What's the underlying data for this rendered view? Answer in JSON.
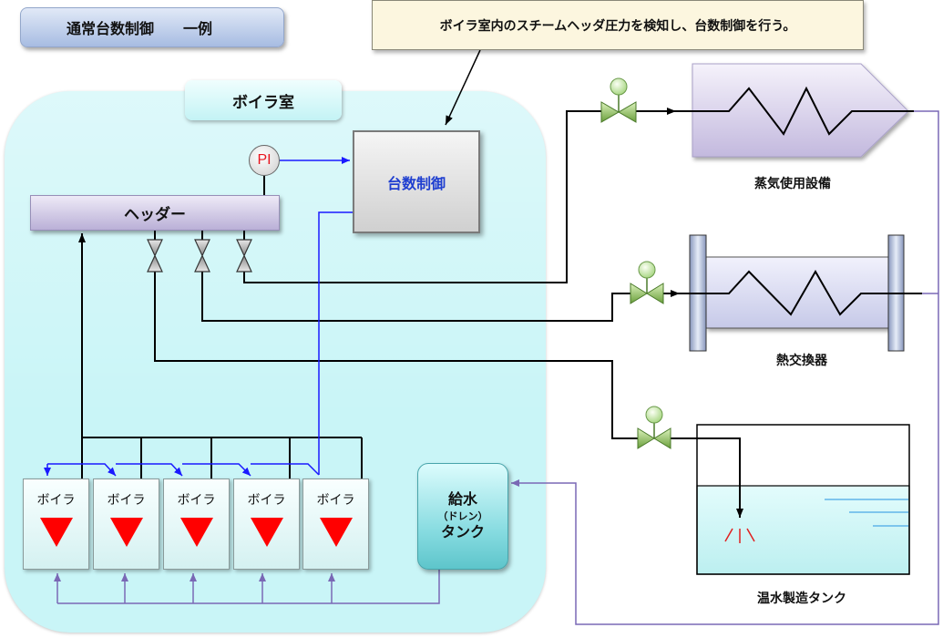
{
  "title": "通常台数制御　　一例",
  "callout": "ボイラ室内のスチームヘッダ圧力を検知し、台数制御を行う。",
  "boiler_room": {
    "label": "ボイラ室",
    "pressure_indicator": "PI",
    "unit_control": "台数制御",
    "steam_header": "ヘッダー",
    "boilers": [
      {
        "label": "ボイラ"
      },
      {
        "label": "ボイラ"
      },
      {
        "label": "ボイラ"
      },
      {
        "label": "ボイラ"
      },
      {
        "label": "ボイラ"
      }
    ],
    "feed_tank": {
      "line1": "給水",
      "line2": "（ドレン）",
      "line3": "タンク"
    }
  },
  "equipment": {
    "steam_user": "蒸気使用設備",
    "heat_exchanger": "熱交換器",
    "hot_water_tank": "温水製造タンク"
  },
  "colors": {
    "boiler_room_fill": "#c9f5f7",
    "unit_control_text": "#1f3fd0",
    "pi_text": "#e8141e",
    "steam_line": "#000000",
    "signal_line": "#1a1aff",
    "return_line": "#7a68b5",
    "boiler_mark": "#ff0000",
    "heat_line": "#4aa8e6",
    "spray": "#e02020"
  }
}
